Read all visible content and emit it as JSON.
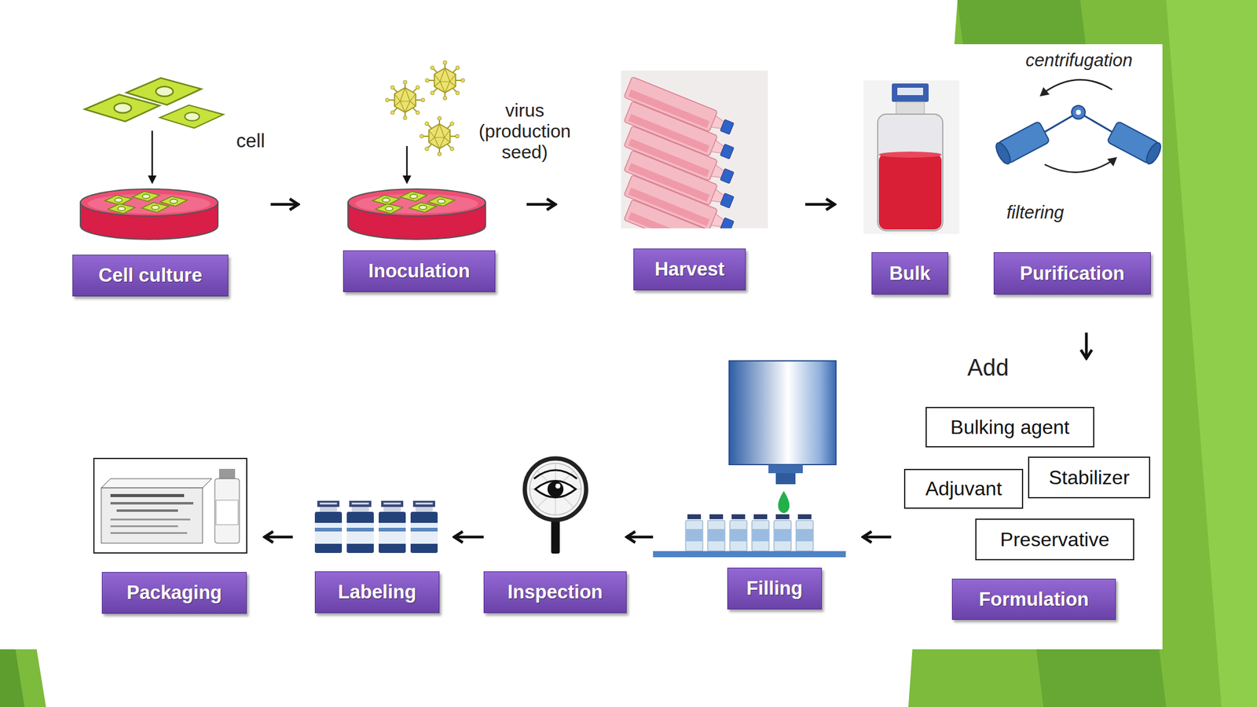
{
  "diagram": {
    "nodes": [
      {
        "text": [
          "Cell culture"
        ]
      },
      {
        "text": [
          "Inoculation"
        ]
      },
      {
        "text": [
          "Harvest"
        ]
      },
      {
        "text": [
          "Bulk"
        ]
      },
      {
        "text": [
          "Purification"
        ]
      },
      {
        "text": [
          "Formulation"
        ]
      },
      {
        "text": [
          "Bulking agent"
        ],
        "in": 5
      },
      {
        "text": [
          "Adjuvant"
        ],
        "in": 5
      },
      {
        "text": [
          "Stabilizer"
        ],
        "in": 5
      },
      {
        "text": [
          "Preservative"
        ],
        "in": 5
      },
      {
        "text": [
          "Filling"
        ]
      },
      {
        "text": [
          "Inspection"
        ]
      },
      {
        "text": [
          "Labeling"
        ]
      },
      {
        "text": [
          "Packaging"
        ]
      }
    ],
    "edges": [
      {
        "from": 0,
        "to": 1,
        "arrow": "to"
      },
      {
        "from": 1,
        "to": 2,
        "arrow": "to"
      },
      {
        "from": 2,
        "to": 3,
        "arrow": "to"
      },
      {
        "from": 4,
        "to": 5,
        "arrow": "to"
      },
      {
        "from": 5,
        "to": 10,
        "arrow": "to"
      },
      {
        "from": 10,
        "to": 11,
        "arrow": "to"
      },
      {
        "from": 11,
        "to": 12,
        "arrow": "to"
      },
      {
        "from": 12,
        "to": 13,
        "arrow": "to"
      }
    ],
    "labels": [
      "cell",
      "virus (production seed)",
      "centrifugation",
      "filtering",
      "Add"
    ]
  }
}
